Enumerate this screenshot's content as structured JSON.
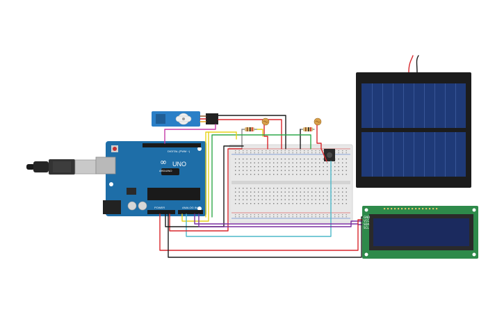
{
  "board": {
    "brand_label": "ARDUINO",
    "model_label": "UNO",
    "digital_label": "DIGITAL (PWM ~)",
    "power_label": "POWER",
    "analog_label": "ANALOG IN",
    "logo_symbol": "∞"
  },
  "lcd": {
    "pin_labels": [
      "GND",
      "VCC",
      "SDA",
      "SCL"
    ]
  },
  "colors": {
    "board_blue": "#1e6ea8",
    "breadboard": "#e8e8e8",
    "solar_frame": "#1c1c1c",
    "solar_cell": "#1f3a78",
    "lcd_pcb": "#2e8a4a",
    "lcd_screen": "#1b2a5e",
    "servo_blue": "#2a7fc7",
    "wire_red": "#d8262b",
    "wire_black": "#1a1a1a",
    "wire_yellow": "#e6d21a",
    "wire_green": "#2fa84a",
    "wire_purple": "#7a2fa0",
    "wire_cyan": "#4cb8c9",
    "wire_magenta": "#c53aa8",
    "wire_grey": "#8a8a8a"
  },
  "icons": {
    "usb": "usb-cable-icon",
    "servo": "servo-motor-icon",
    "ldr": "photoresistor-icon",
    "resistor": "resistor-icon",
    "solar": "solar-panel-icon",
    "lcd": "lcd-display-icon"
  }
}
